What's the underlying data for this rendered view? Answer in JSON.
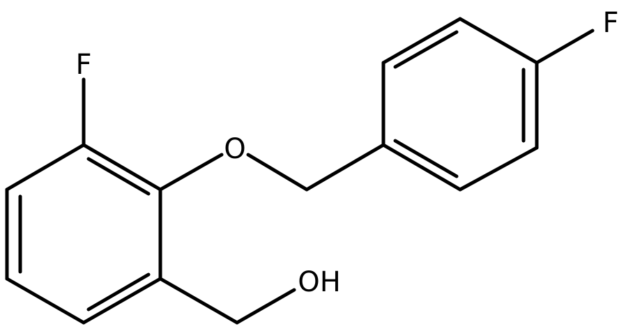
{
  "molecule": {
    "atoms": {
      "f_top_left": "F",
      "f_top_right": "F",
      "ether_o": "O",
      "hydroxyl": "OH"
    }
  },
  "colors": {
    "bond": "#000000",
    "text": "#000000",
    "background": "#ffffff"
  }
}
